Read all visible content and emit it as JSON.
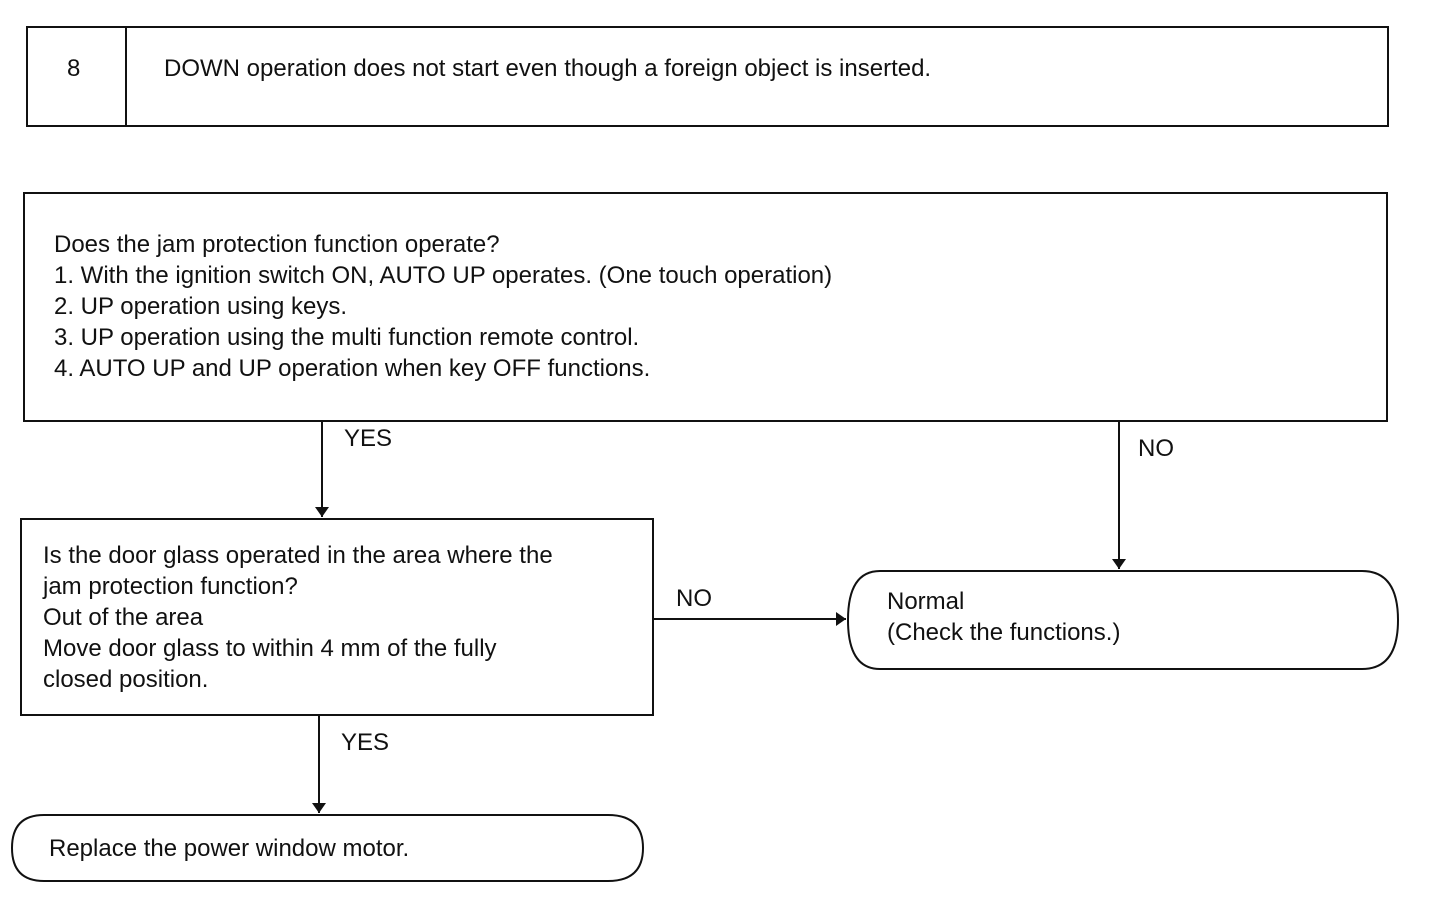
{
  "header": {
    "step_number": "8",
    "title": "DOWN operation does not start even though a foreign object is inserted."
  },
  "question1": {
    "lines": [
      "Does the jam protection function operate?",
      "1. With the ignition switch ON, AUTO UP operates. (One touch operation)",
      "2. UP operation using keys.",
      "3. UP operation using the multi function remote control.",
      "4. AUTO UP and UP operation when key OFF functions."
    ]
  },
  "question2": {
    "lines": [
      "Is the door glass operated in the area where the",
      "jam protection function?",
      "Out of the area",
      "Move door glass to within 4 mm of the fully",
      "closed position."
    ]
  },
  "result_normal": {
    "lines": [
      "Normal",
      "(Check the functions.)"
    ]
  },
  "result_replace": {
    "text": "Replace the power window motor."
  },
  "branch_labels": {
    "q1_yes": "YES",
    "q1_no": "NO",
    "q2_no": "NO",
    "q2_yes": "YES"
  },
  "colors": {
    "line": "#111111",
    "background": "#ffffff"
  }
}
